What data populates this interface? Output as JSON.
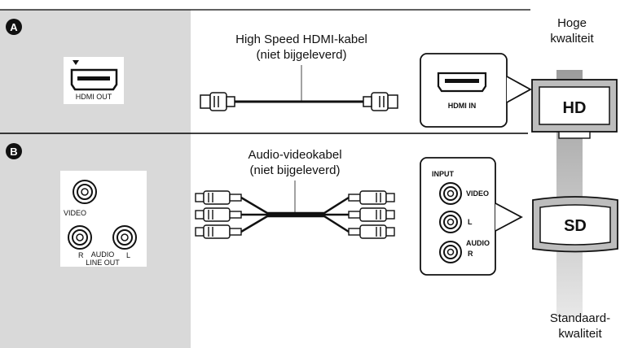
{
  "sections": {
    "a": {
      "badge": "A",
      "player_port": "HDMI OUT",
      "cable_line1": "High Speed HDMI-kabel",
      "cable_line2": "(niet bijgeleverd)",
      "tv_port": "HDMI IN"
    },
    "b": {
      "badge": "B",
      "jack_video": "VIDEO",
      "jack_r": "R",
      "jack_audio": "AUDIO",
      "jack_l": "L",
      "group_label": "LINE OUT",
      "cable_line1": "Audio-videokabel",
      "cable_line2": "(niet bijgeleverd)",
      "tv_input": "INPUT",
      "tv_video": "VIDEO",
      "tv_l": "L",
      "tv_audio": "AUDIO",
      "tv_r": "R"
    }
  },
  "quality": {
    "high_line1": "Hoge",
    "high_line2": "kwaliteit",
    "hd": "HD",
    "sd": "SD",
    "std_line1": "Standaard-",
    "std_line2": "kwaliteit"
  },
  "colors": {
    "panel_gray": "#d9d9d9",
    "badge_black": "#111111",
    "tv_gray": "#bdbdbd"
  }
}
